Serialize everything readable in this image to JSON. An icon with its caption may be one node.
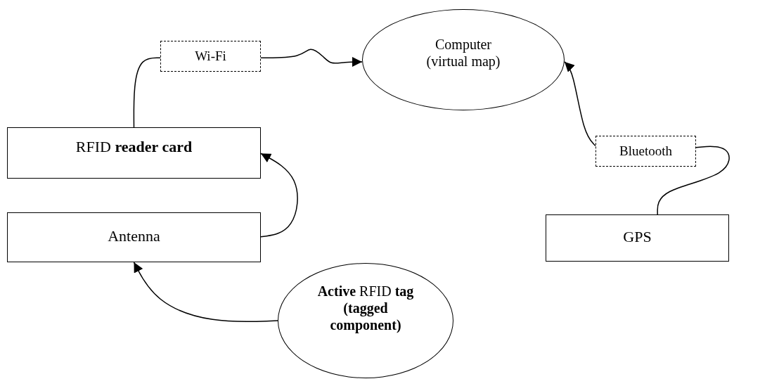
{
  "diagram": {
    "nodes": [
      {
        "text": [
          "Computer (virtual map)"
        ]
      },
      {
        "text": [
          "Wi-Fi"
        ]
      },
      {
        "text": [
          "RFID **reader card**"
        ]
      },
      {
        "text": [
          "Antenna"
        ]
      },
      {
        "text": [
          "Bluetooth"
        ]
      },
      {
        "text": [
          "GPS"
        ]
      },
      {
        "text": [
          "**Active** RFID **tag (tagged component)**"
        ]
      }
    ],
    "edges": [
      {
        "from": 2,
        "to": 1,
        "arrow": "none"
      },
      {
        "from": 1,
        "to": 0,
        "arrow": "to"
      },
      {
        "from": 3,
        "to": 2,
        "arrow": "to"
      },
      {
        "from": 6,
        "to": 3,
        "arrow": "to"
      },
      {
        "from": 5,
        "to": 4,
        "arrow": "none"
      },
      {
        "from": 4,
        "to": 0,
        "arrow": "to"
      }
    ]
  }
}
